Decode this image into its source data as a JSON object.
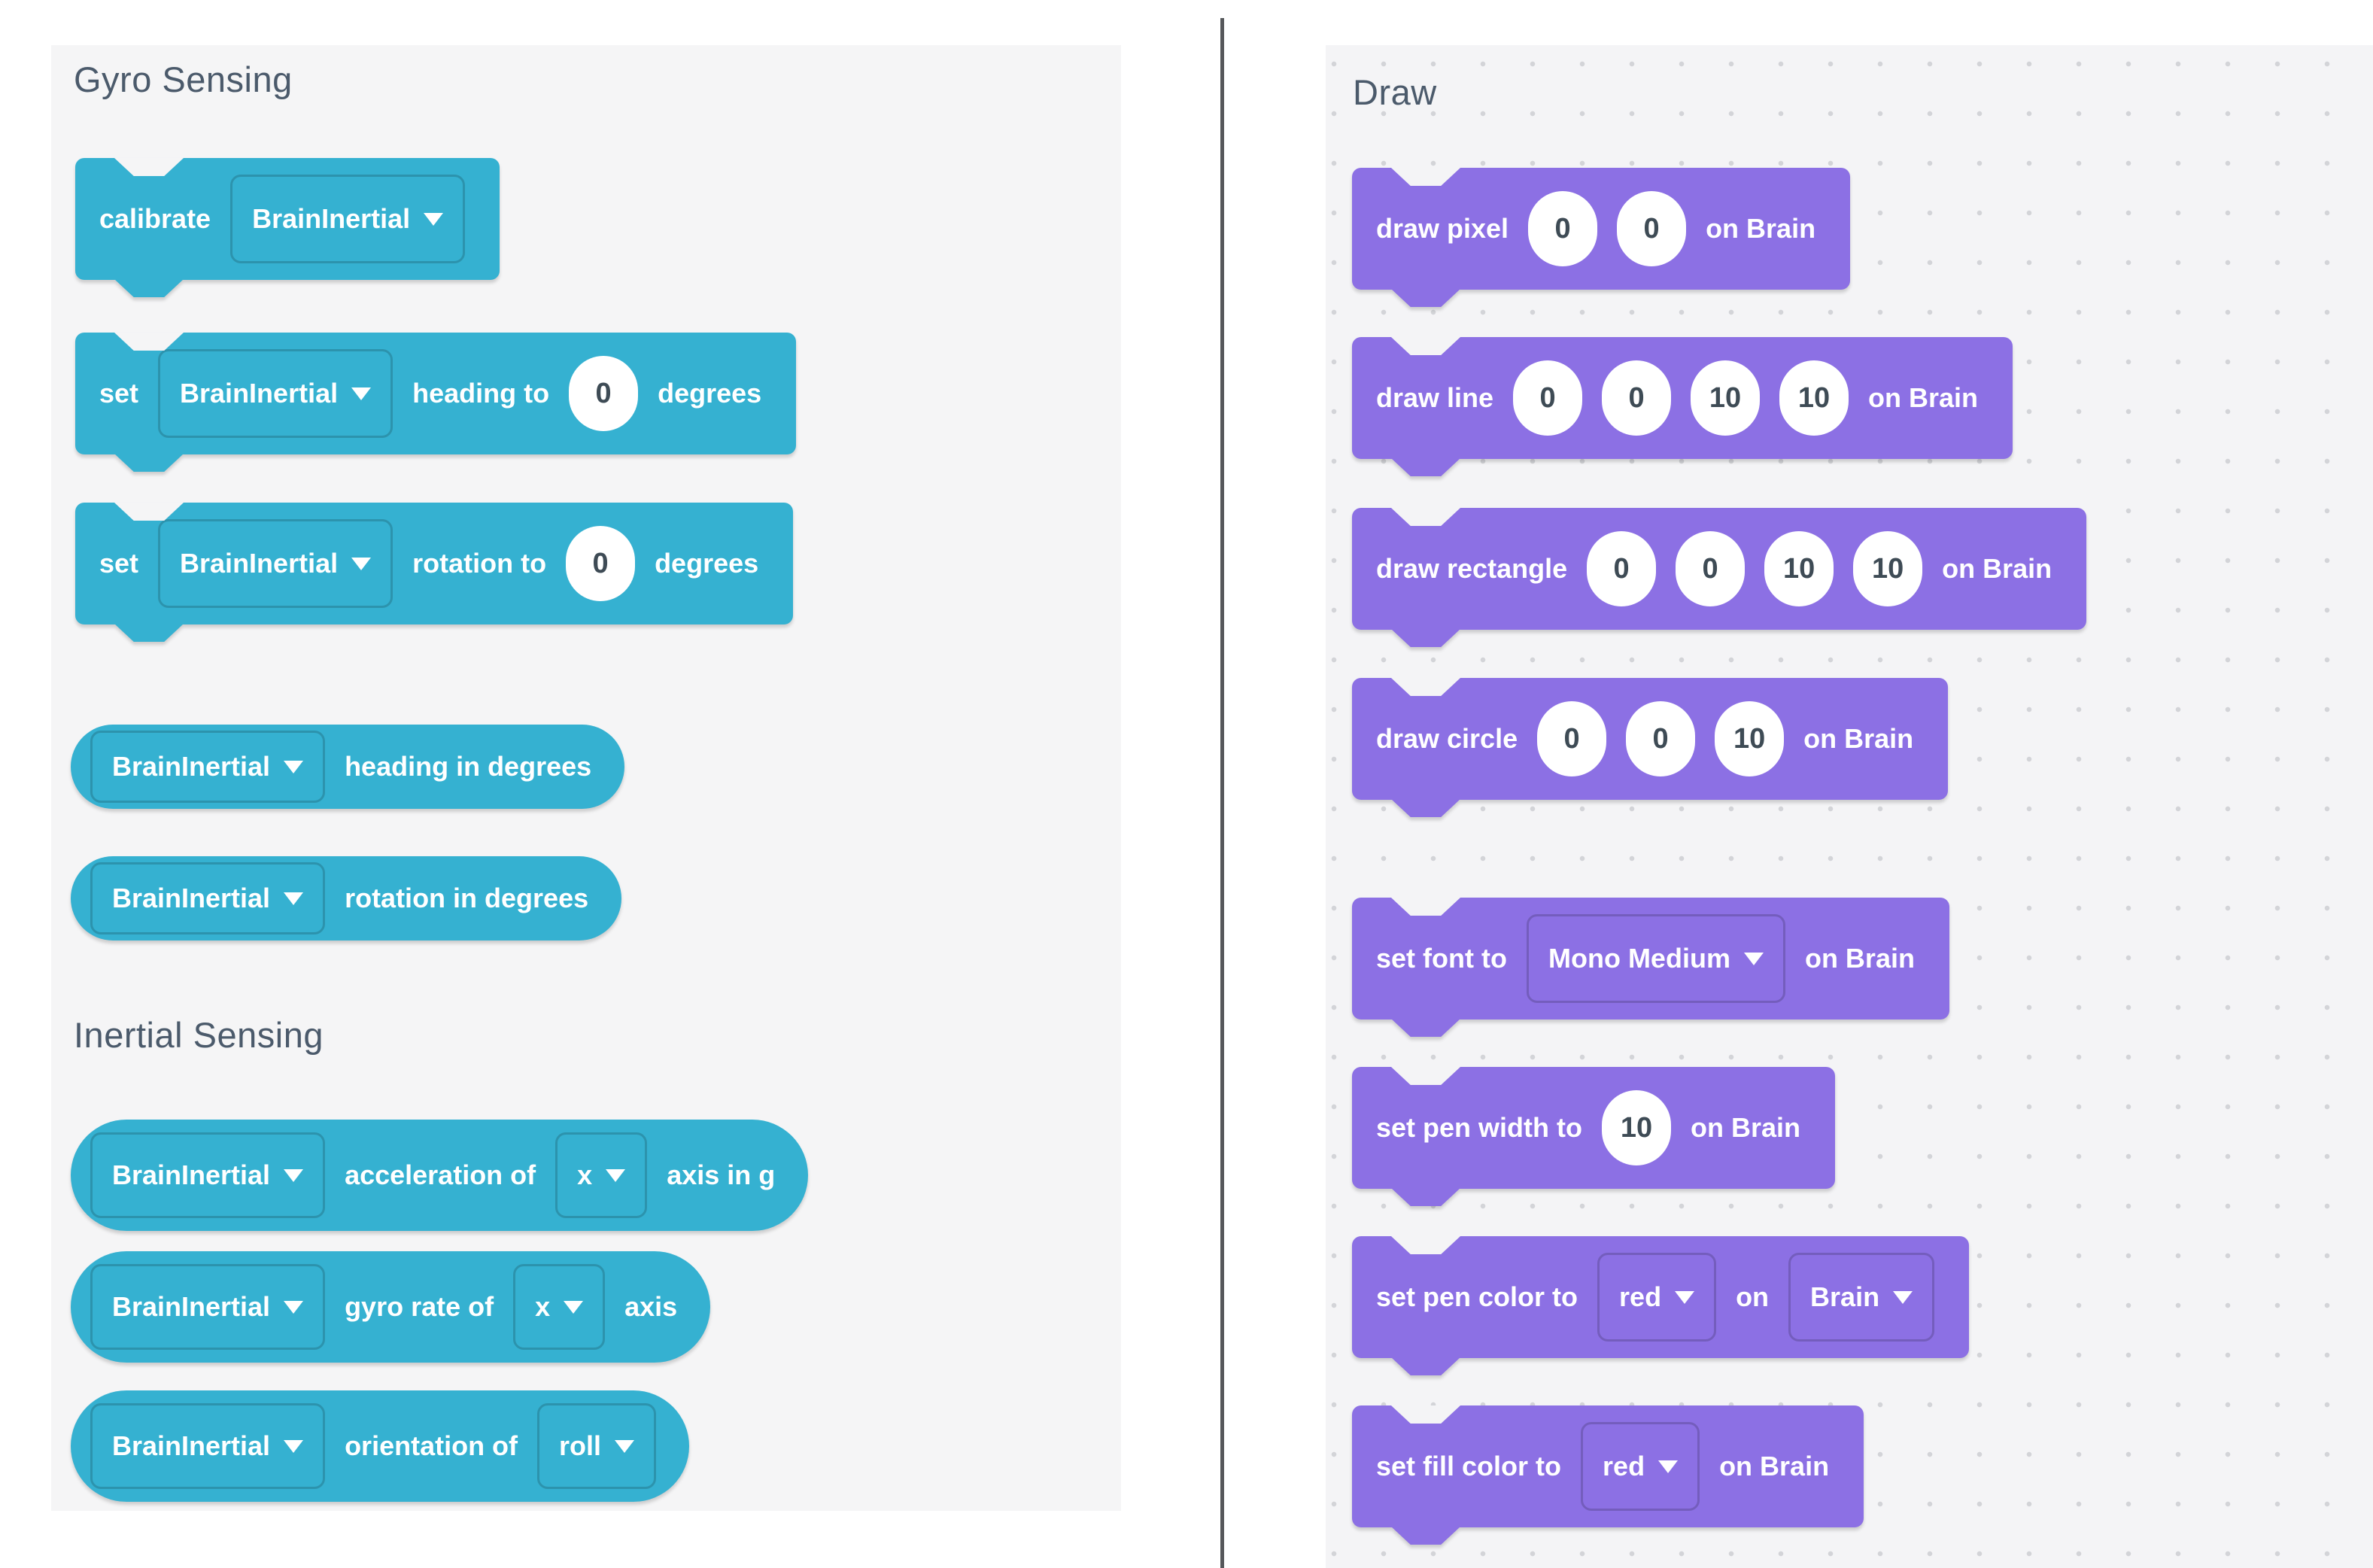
{
  "left_panel": {
    "gyro_title": "Gyro Sensing",
    "inertial_title": "Inertial Sensing",
    "blocks": {
      "calibrate": {
        "label": "calibrate",
        "device": "BrainInertial"
      },
      "set_heading": {
        "verb": "set",
        "device": "BrainInertial",
        "prop": "heading to",
        "value": "0",
        "unit": "degrees"
      },
      "set_rotation": {
        "verb": "set",
        "device": "BrainInertial",
        "prop": "rotation to",
        "value": "0",
        "unit": "degrees"
      },
      "heading_in_degrees": {
        "device": "BrainInertial",
        "label": "heading in degrees"
      },
      "rotation_in_degrees": {
        "device": "BrainInertial",
        "label": "rotation in degrees"
      },
      "acceleration": {
        "device": "BrainInertial",
        "label": "acceleration of",
        "axis": "x",
        "suffix": "axis in g"
      },
      "gyro_rate": {
        "device": "BrainInertial",
        "label": "gyro rate of",
        "axis": "x",
        "suffix": "axis"
      },
      "orientation": {
        "device": "BrainInertial",
        "label": "orientation of",
        "axis": "roll"
      }
    }
  },
  "right_panel": {
    "title": "Draw",
    "blocks": {
      "draw_pixel": {
        "label": "draw pixel",
        "x": "0",
        "y": "0",
        "suffix": "on Brain"
      },
      "draw_line": {
        "label": "draw line",
        "x1": "0",
        "y1": "0",
        "x2": "10",
        "y2": "10",
        "suffix": "on Brain"
      },
      "draw_rectangle": {
        "label": "draw rectangle",
        "x": "0",
        "y": "0",
        "w": "10",
        "h": "10",
        "suffix": "on Brain"
      },
      "draw_circle": {
        "label": "draw circle",
        "x": "0",
        "y": "0",
        "r": "10",
        "suffix": "on Brain"
      },
      "set_font": {
        "label": "set font to",
        "font": "Mono Medium",
        "suffix": "on Brain"
      },
      "set_pen_width": {
        "label": "set pen width to",
        "width": "10",
        "suffix": "on Brain"
      },
      "set_pen_color": {
        "label": "set pen color to",
        "color": "red",
        "mid": "on",
        "device": "Brain"
      },
      "set_fill_color": {
        "label": "set fill color to",
        "color": "red",
        "suffix": "on Brain"
      }
    }
  },
  "colors": {
    "sensing_block": "#35B1D1",
    "draw_block": "#8C70E4",
    "header_text": "#4B5A6B",
    "number_text": "#3E4B55",
    "divider": "#56585B",
    "left_panel_bg": "#F5F5F6",
    "right_panel_bg": "#F4F4F6"
  }
}
